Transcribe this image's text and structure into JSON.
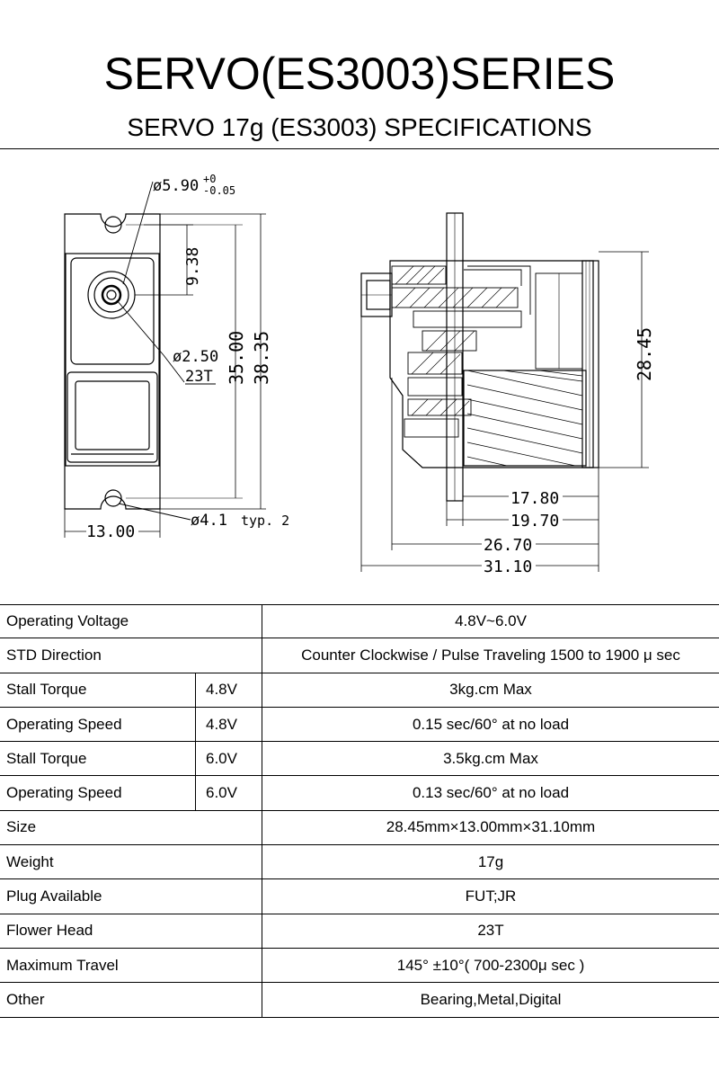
{
  "header": {
    "title": "SERVO(ES3003)SERIES",
    "subtitle": "SERVO 17g (ES3003) SPECIFICATIONS"
  },
  "drawing": {
    "dim_shaft": "ø5.90",
    "dim_shaft_tol_plus": "+0",
    "dim_shaft_tol_minus": "-0.05",
    "dim_9_38": "9.38",
    "dim_2_50": "ø2.50",
    "spline": "23T",
    "dim_35_00": "35.00",
    "dim_38_35": "38.35",
    "dim_hole": "ø4.1",
    "dim_hole_note": "typ. 2",
    "dim_13_00": "13.00",
    "dim_28_45": "28.45",
    "dim_17_80": "17.80",
    "dim_19_70": "19.70",
    "dim_26_70": "26.70",
    "dim_31_10": "31.10"
  },
  "specs": [
    {
      "label": "Operating Voltage",
      "voltage": "",
      "value": "4.8V~6.0V"
    },
    {
      "label": "STD Direction",
      "voltage": "",
      "value": "Counter Clockwise / Pulse Traveling 1500 to 1900 μ sec"
    },
    {
      "label": "Stall Torque",
      "voltage": "4.8V",
      "value": "3kg.cm Max"
    },
    {
      "label": "Operating Speed",
      "voltage": "4.8V",
      "value": "0.15 sec/60° at no load"
    },
    {
      "label": "Stall Torque",
      "voltage": "6.0V",
      "value": "3.5kg.cm Max"
    },
    {
      "label": "Operating Speed",
      "voltage": "6.0V",
      "value": "0.13 sec/60° at no load"
    },
    {
      "label": "Size",
      "voltage": "",
      "value": "28.45mm×13.00mm×31.10mm"
    },
    {
      "label": "Weight",
      "voltage": "",
      "value": "17g"
    },
    {
      "label": "Plug Available",
      "voltage": "",
      "value": "FUT;JR"
    },
    {
      "label": "Flower Head",
      "voltage": "",
      "value": "23T"
    },
    {
      "label": "Maximum Travel",
      "voltage": "",
      "value": "145° ±10°( 700-2300μ sec )"
    },
    {
      "label": "Other",
      "voltage": "",
      "value": "Bearing,Metal,Digital"
    }
  ]
}
